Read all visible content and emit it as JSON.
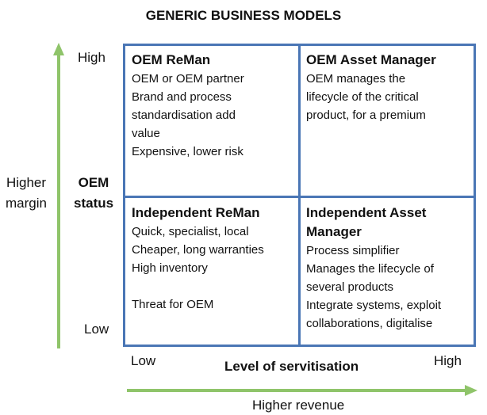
{
  "title": "GENERIC BUSINESS MODELS",
  "y_axis": {
    "label": "OEM status",
    "low": "Low",
    "high": "High",
    "arrow_label": "Higher margin"
  },
  "x_axis": {
    "label": "Level of servitisation",
    "low": "Low",
    "high": "High",
    "arrow_label": "Higher revenue"
  },
  "colors": {
    "grid": "#4a76b5",
    "arrow": "#8fc46a"
  },
  "quadrants": {
    "top_left": {
      "heading": [
        "OEM ReMan"
      ],
      "lines": [
        "OEM or OEM partner",
        "Brand and process",
        "standardisation add",
        "value",
        "Expensive, lower risk"
      ]
    },
    "top_right": {
      "heading": [
        "OEM Asset Manager"
      ],
      "lines": [
        "OEM manages the",
        "lifecycle of the critical",
        "product, for a premium"
      ]
    },
    "bottom_left": {
      "heading": [
        "Independent ReMan"
      ],
      "lines": [
        "Quick, specialist, local",
        "Cheaper, long warranties",
        "High inventory",
        "",
        "Threat for OEM"
      ]
    },
    "bottom_right": {
      "heading": [
        "Independent Asset",
        "Manager"
      ],
      "lines": [
        "Process simplifier",
        "Manages the lifecycle of",
        "several products",
        "Integrate systems, exploit",
        "collaborations, digitalise"
      ]
    }
  }
}
